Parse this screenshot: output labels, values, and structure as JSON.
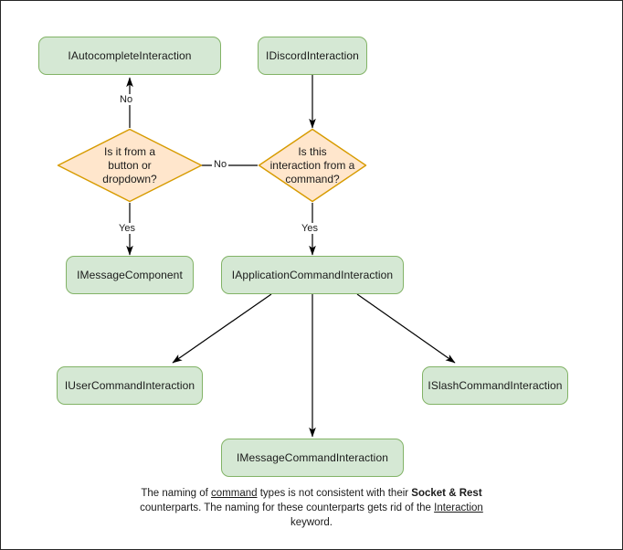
{
  "diagram": {
    "title": "Discord interaction type hierarchy flowchart",
    "colors": {
      "box_fill": "#d5e8d4",
      "box_stroke": "#82b366",
      "decision_fill": "#ffe6cc",
      "decision_stroke": "#d79b00",
      "edge": "#000000",
      "text": "#1a1a1a",
      "frame": "#262626"
    },
    "nodes": [
      {
        "id": "autocomplete",
        "type": "box",
        "label": "IAutocompleteInteraction"
      },
      {
        "id": "discord",
        "type": "box",
        "label": "IDiscordInteraction"
      },
      {
        "id": "decision_button",
        "type": "decision",
        "label": "Is it from a\nbutton or\ndropdown?"
      },
      {
        "id": "decision_command",
        "type": "decision",
        "label": "Is this\ninteraction from a\ncommand?"
      },
      {
        "id": "messagecomponent",
        "type": "box",
        "label": "IMessageComponent"
      },
      {
        "id": "appcommand",
        "type": "box",
        "label": "IApplicationCommandInteraction"
      },
      {
        "id": "usercommand",
        "type": "box",
        "label": "IUserCommandInteraction"
      },
      {
        "id": "messagecommand",
        "type": "box",
        "label": "IMessageCommandInteraction"
      },
      {
        "id": "slashcommand",
        "type": "box",
        "label": "ISlashCommandInteraction"
      }
    ],
    "edges": [
      {
        "id": "e1",
        "from": "discord",
        "to": "decision_command",
        "label": ""
      },
      {
        "id": "e2",
        "from": "decision_command",
        "to": "decision_button",
        "label": "No"
      },
      {
        "id": "e3",
        "from": "decision_command",
        "to": "appcommand",
        "label": "Yes"
      },
      {
        "id": "e4",
        "from": "decision_button",
        "to": "autocomplete",
        "label": "No"
      },
      {
        "id": "e5",
        "from": "decision_button",
        "to": "messagecomponent",
        "label": "Yes"
      },
      {
        "id": "e6",
        "from": "appcommand",
        "to": "usercommand",
        "label": ""
      },
      {
        "id": "e7",
        "from": "appcommand",
        "to": "messagecommand",
        "label": ""
      },
      {
        "id": "e8",
        "from": "appcommand",
        "to": "slashcommand",
        "label": ""
      }
    ],
    "edge_labels": {
      "no_up": "No",
      "no_left": "No",
      "yes_left": "Yes",
      "yes_right": "Yes"
    },
    "caption": {
      "line1_a": "The naming of ",
      "line1_underline": "command",
      "line1_b": " types is not consistent with their ",
      "line2_bold1": "Socket",
      "line2_amp": " & ",
      "line2_bold2": "Rest",
      "line2_rest": " counterparts. The naming for these counterparts gets rid of the ",
      "line3_underline": "Interaction",
      "line3_end": " keyword."
    }
  }
}
